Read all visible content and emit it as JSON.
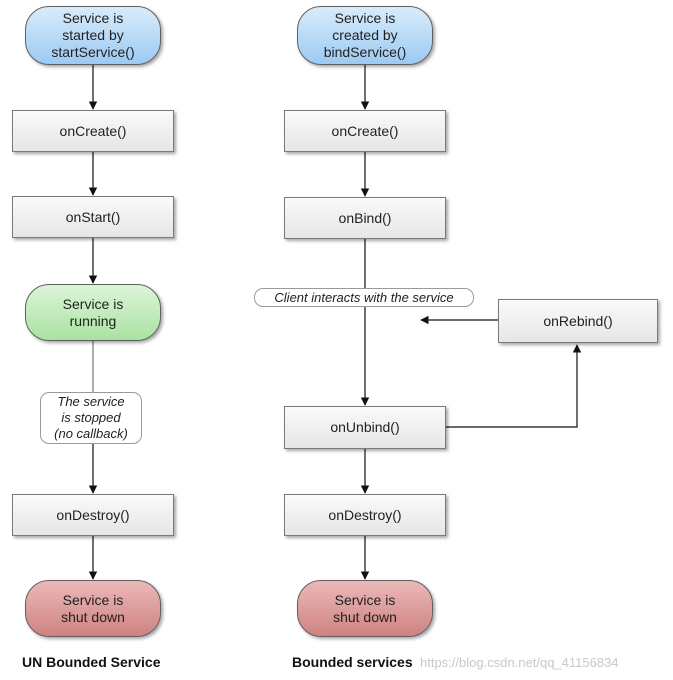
{
  "left": {
    "start": [
      "Service is",
      "started by",
      "startService()"
    ],
    "on_create": "onCreate()",
    "on_start": "onStart()",
    "running": [
      "Service is",
      "running"
    ],
    "stopped_note": [
      "The service",
      "is stopped",
      "(no callback)"
    ],
    "on_destroy": "onDestroy()",
    "shut_down": [
      "Service is",
      "shut down"
    ],
    "caption": "UN Bounded Service"
  },
  "right": {
    "start": [
      "Service is",
      "created by",
      "bindService()"
    ],
    "on_create": "onCreate()",
    "on_bind": "onBind()",
    "client_note": "Client interacts with the service",
    "on_rebind": "onRebind()",
    "on_unbind": "onUnbind()",
    "on_destroy": "onDestroy()",
    "shut_down": [
      "Service is",
      "shut down"
    ],
    "caption": "Bounded services"
  },
  "watermark": "https://blog.csdn.net/qq_41156834",
  "colors": {
    "start_node": "#9ccaf1",
    "running_node": "#a9e3a1",
    "end_node": "#cf8282"
  }
}
